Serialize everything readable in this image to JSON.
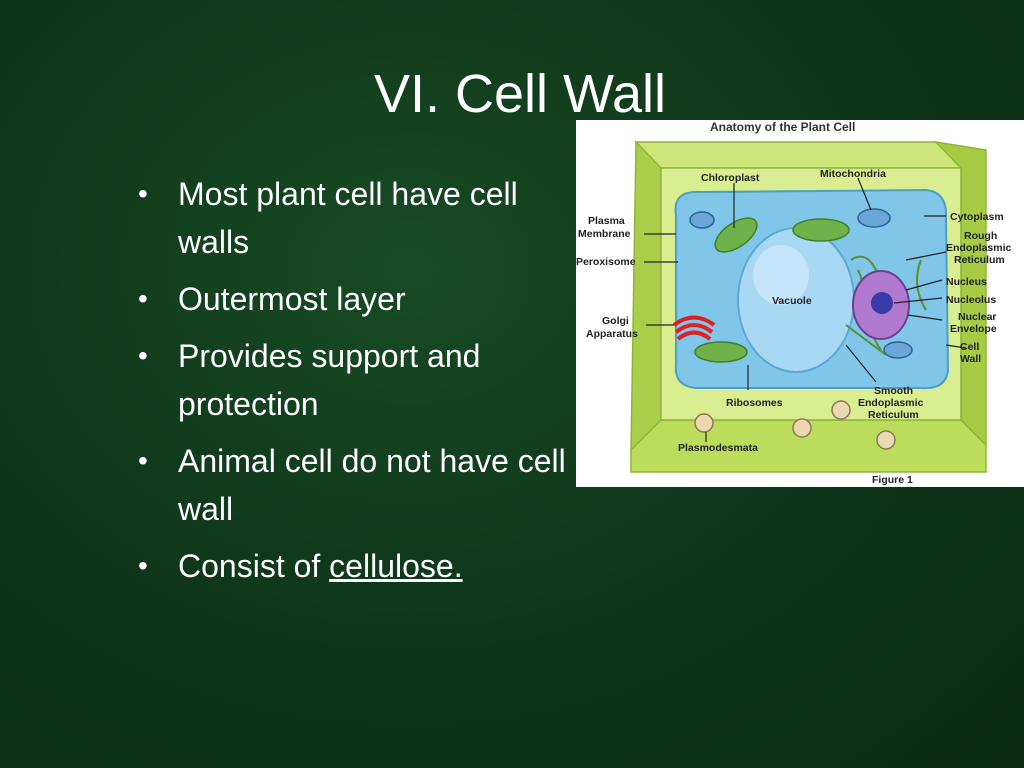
{
  "slide": {
    "title": "VI. Cell Wall",
    "bullets": [
      {
        "text": "Most plant cell have cell walls"
      },
      {
        "text": "Outermost layer"
      },
      {
        "text": "Provides support and protection"
      },
      {
        "text": "Animal cell do not have cell wall"
      },
      {
        "text_prefix": "Consist of ",
        "text_underlined": "cellulose."
      }
    ]
  },
  "figure": {
    "title": "Anatomy of the Plant Cell",
    "caption": "Figure 1",
    "labels": {
      "chloroplast": "Chloroplast",
      "mitochondria": "Mitochondria",
      "plasma_1": "Plasma",
      "plasma_2": "Membrane",
      "peroxisome": "Peroxisome",
      "golgi_1": "Golgi",
      "golgi_2": "Apparatus",
      "vacuole": "Vacuole",
      "cytoplasm": "Cytoplasm",
      "rough_1": "Rough",
      "rough_2": "Endoplasmic",
      "rough_3": "Reticulum",
      "nucleus": "Nucleus",
      "nucleolus": "Nucleolus",
      "nuclear_1": "Nuclear",
      "nuclear_2": "Envelope",
      "cellwall_1": "Cell",
      "cellwall_2": "Wall",
      "ribosomes": "Ribosomes",
      "smooth_1": "Smooth",
      "smooth_2": "Endoplasmic",
      "smooth_3": "Reticulum",
      "plasmodesmata": "Plasmodesmata"
    }
  },
  "colors": {
    "background": "#0f3519",
    "text": "#ffffff",
    "cell_wall": "#b9dd5a",
    "cytoplasm": "#7fc6e8",
    "vacuole": "#a9d8f5",
    "nucleus": "#b07ad0",
    "golgi": "#e02020"
  }
}
